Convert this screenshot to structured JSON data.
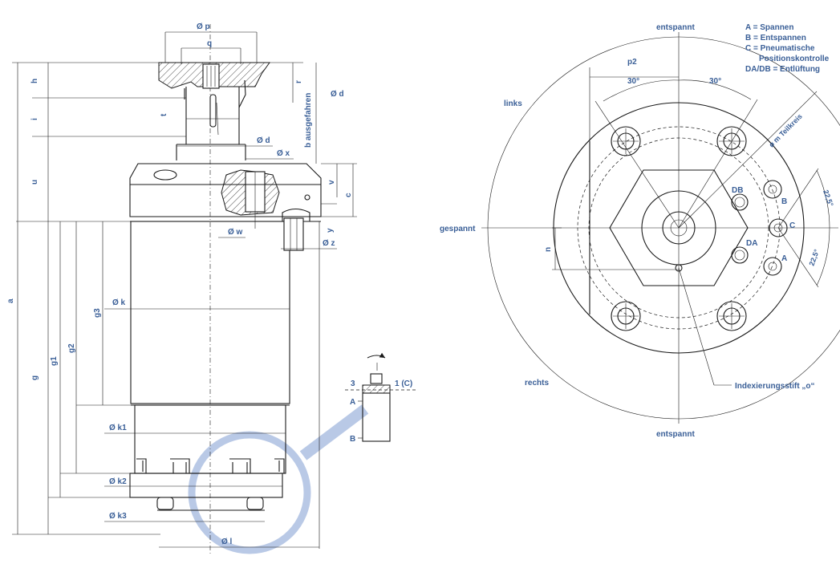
{
  "left_view": {
    "labels": {
      "op": "Ø p",
      "q": "q",
      "h": "h",
      "r": "r",
      "i": "i",
      "t": "t",
      "od_top": "Ø d",
      "b_ausgefahren": "b ausgefahren",
      "od_mid": "Ø d",
      "ox": "Ø x",
      "u": "u",
      "v": "v",
      "c": "c",
      "ow": "Ø w",
      "y": "y",
      "oz": "Ø z",
      "a": "a",
      "g": "g",
      "g1": "g1",
      "g2": "g2",
      "g3": "g3",
      "ok": "Ø k",
      "ok1": "Ø k1",
      "ok2": "Ø k2",
      "ok3": "Ø k3",
      "ol": "Ø l"
    }
  },
  "detail": {
    "labels": {
      "n3": "3",
      "n1c": "1 (C)",
      "A": "A",
      "B": "B"
    }
  },
  "right_view": {
    "labels": {
      "entspannt_top": "entspannt",
      "entspannt_bottom": "entspannt",
      "links": "links",
      "rechts": "rechts",
      "gespannt": "gespannt",
      "p2": "p2",
      "deg30_left": "30°",
      "deg30_right": "30°",
      "teilkreis": "ø m Teilkreis",
      "DB": "DB",
      "DA": "DA",
      "B": "B",
      "C": "C",
      "A": "A",
      "deg22_top": "22,5°",
      "deg22_bottom": "22,5°",
      "n": "n",
      "index_pin": "Indexierungsstift „o“"
    },
    "legend": [
      "A = Spannen",
      "B = Entspannen",
      "C = Pneumatische",
      "Positionskontrolle",
      "DA/DB = Entlüftung"
    ]
  },
  "colors": {
    "label_blue": "#3a5f97",
    "highlight_blue": "#b9c9e6",
    "line_black": "#1a1a1a"
  }
}
